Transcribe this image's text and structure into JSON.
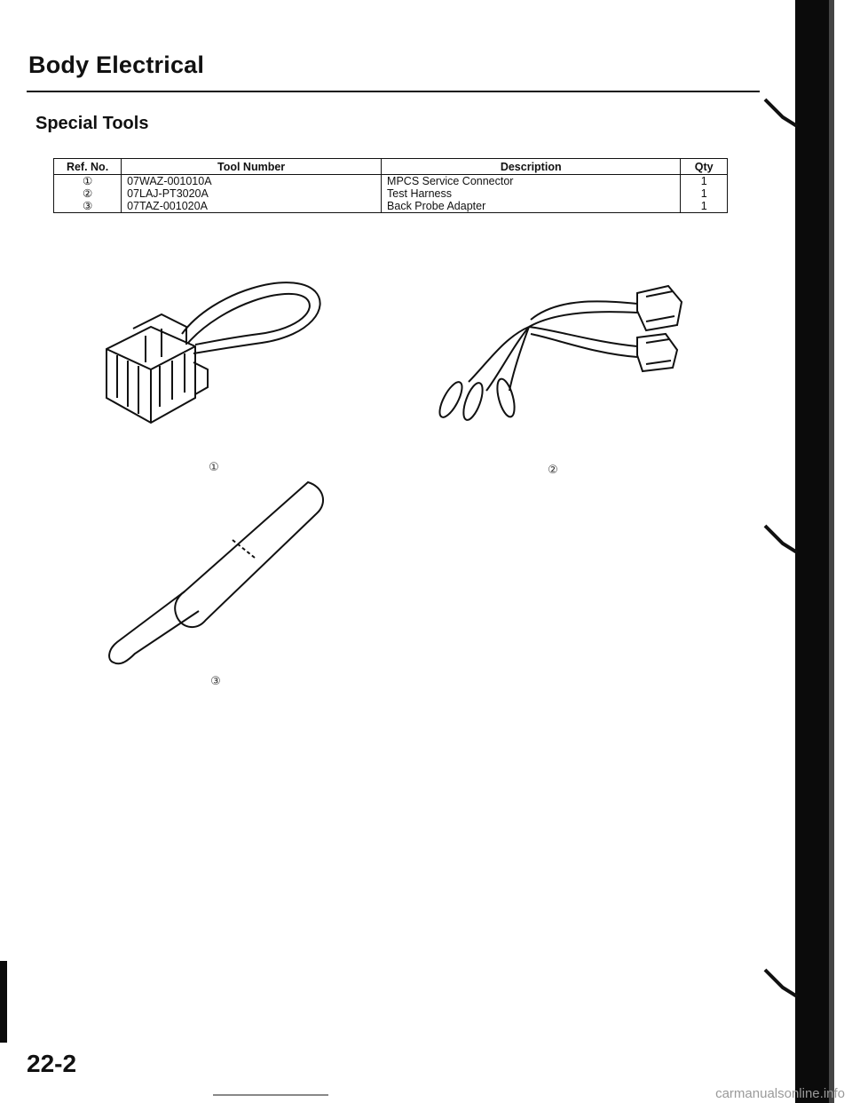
{
  "page": {
    "section_title": "Body Electrical",
    "sub_title": "Special Tools",
    "page_number": "22-2",
    "watermark": "carmanualsonline.info"
  },
  "table": {
    "headers": {
      "ref": "Ref. No.",
      "tool": "Tool Number",
      "desc": "Description",
      "qty": "Qty"
    },
    "rows": [
      {
        "ref": "①",
        "tool": "07WAZ-001010A",
        "desc": "MPCS Service Connector",
        "qty": "1"
      },
      {
        "ref": "②",
        "tool": "07LAJ-PT3020A",
        "desc": "Test Harness",
        "qty": "1"
      },
      {
        "ref": "③",
        "tool": "07TAZ-001020A",
        "desc": "Back Probe Adapter",
        "qty": "1"
      }
    ]
  },
  "figures": {
    "fig1_label": "①",
    "fig2_label": "②",
    "fig3_label": "③"
  }
}
